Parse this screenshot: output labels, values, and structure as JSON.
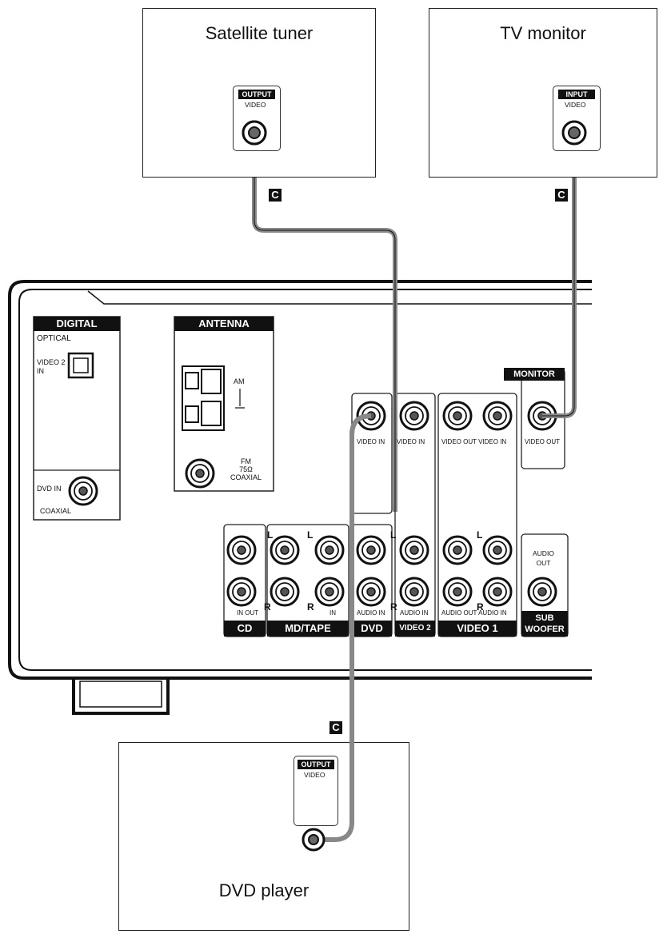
{
  "devices": {
    "satellite": {
      "title": "Satellite tuner",
      "tag": "OUTPUT",
      "jack": "VIDEO"
    },
    "tv": {
      "title": "TV monitor",
      "tag": "INPUT",
      "jack": "VIDEO"
    },
    "dvd": {
      "title": "DVD player",
      "tag": "OUTPUT",
      "jack": "VIDEO"
    }
  },
  "cable_label": "C",
  "receiver": {
    "digital": {
      "header": "DIGITAL",
      "optical": "OPTICAL",
      "video2_in": "VIDEO 2\nIN",
      "dvd_in": "DVD IN",
      "coaxial": "COAXIAL"
    },
    "antenna": {
      "header": "ANTENNA",
      "am": "AM",
      "fm": "FM\n75Ω\nCOAXIAL"
    },
    "monitor": {
      "header": "MONITOR",
      "video_out": "VIDEO OUT"
    },
    "video_jacks": {
      "dvd_in": "VIDEO IN",
      "video2_in": "VIDEO IN",
      "video1": "VIDEO OUT VIDEO IN"
    },
    "audio_labels": {
      "cd": "IN OUT",
      "mdtape": "IN",
      "dvd": "AUDIO IN",
      "video2": "AUDIO IN",
      "video1": "AUDIO OUT AUDIO IN",
      "sub_top": "AUDIO\nOUT",
      "L": "L",
      "R": "R"
    },
    "sections": [
      "CD",
      "MD/TAPE",
      "DVD",
      "VIDEO 2",
      "VIDEO 1",
      "SUB\nWOOFER"
    ]
  }
}
